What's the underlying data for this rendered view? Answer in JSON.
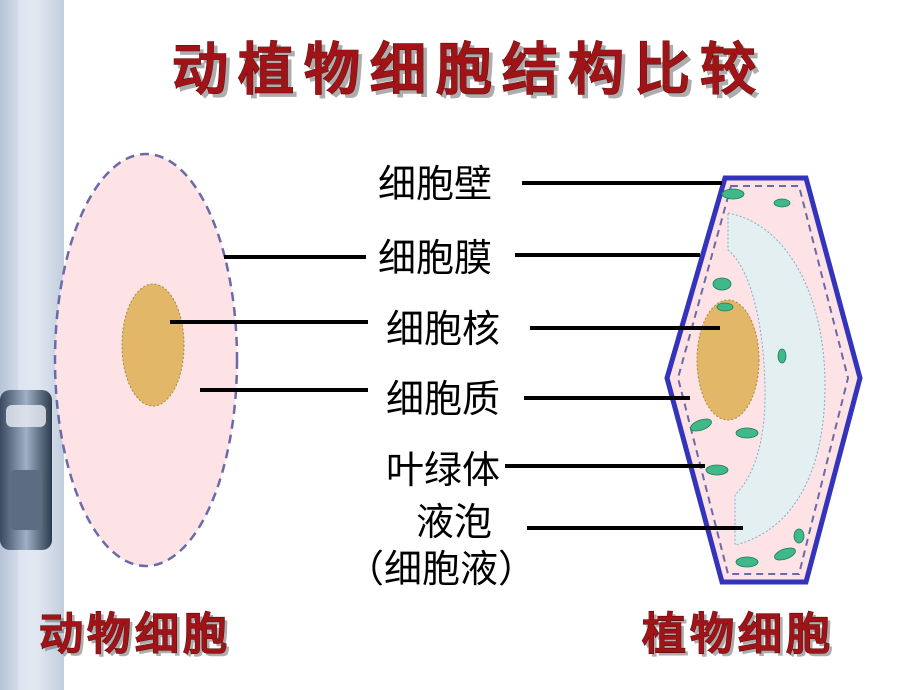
{
  "title": "动植物细胞结构比较",
  "animal_cell_label": "动物细胞",
  "plant_cell_label": "植物细胞",
  "structure_labels": {
    "cell_wall": "细胞壁",
    "cell_membrane": "细胞膜",
    "nucleus": "细胞核",
    "cytoplasm": "细胞质",
    "chloroplast": "叶绿体",
    "vacuole_line1": "液泡",
    "vacuole_line2": "（细胞液）"
  },
  "colors": {
    "title": "#a01418",
    "cytoplasm": "#fde3e6",
    "nucleus": "#e2b868",
    "cell_wall": "#3333bb",
    "membrane": "#6a6aa8",
    "chloroplast": "#3fb88a",
    "vacuole": "#e4eff2",
    "left_bar": "#c9d3e2"
  }
}
